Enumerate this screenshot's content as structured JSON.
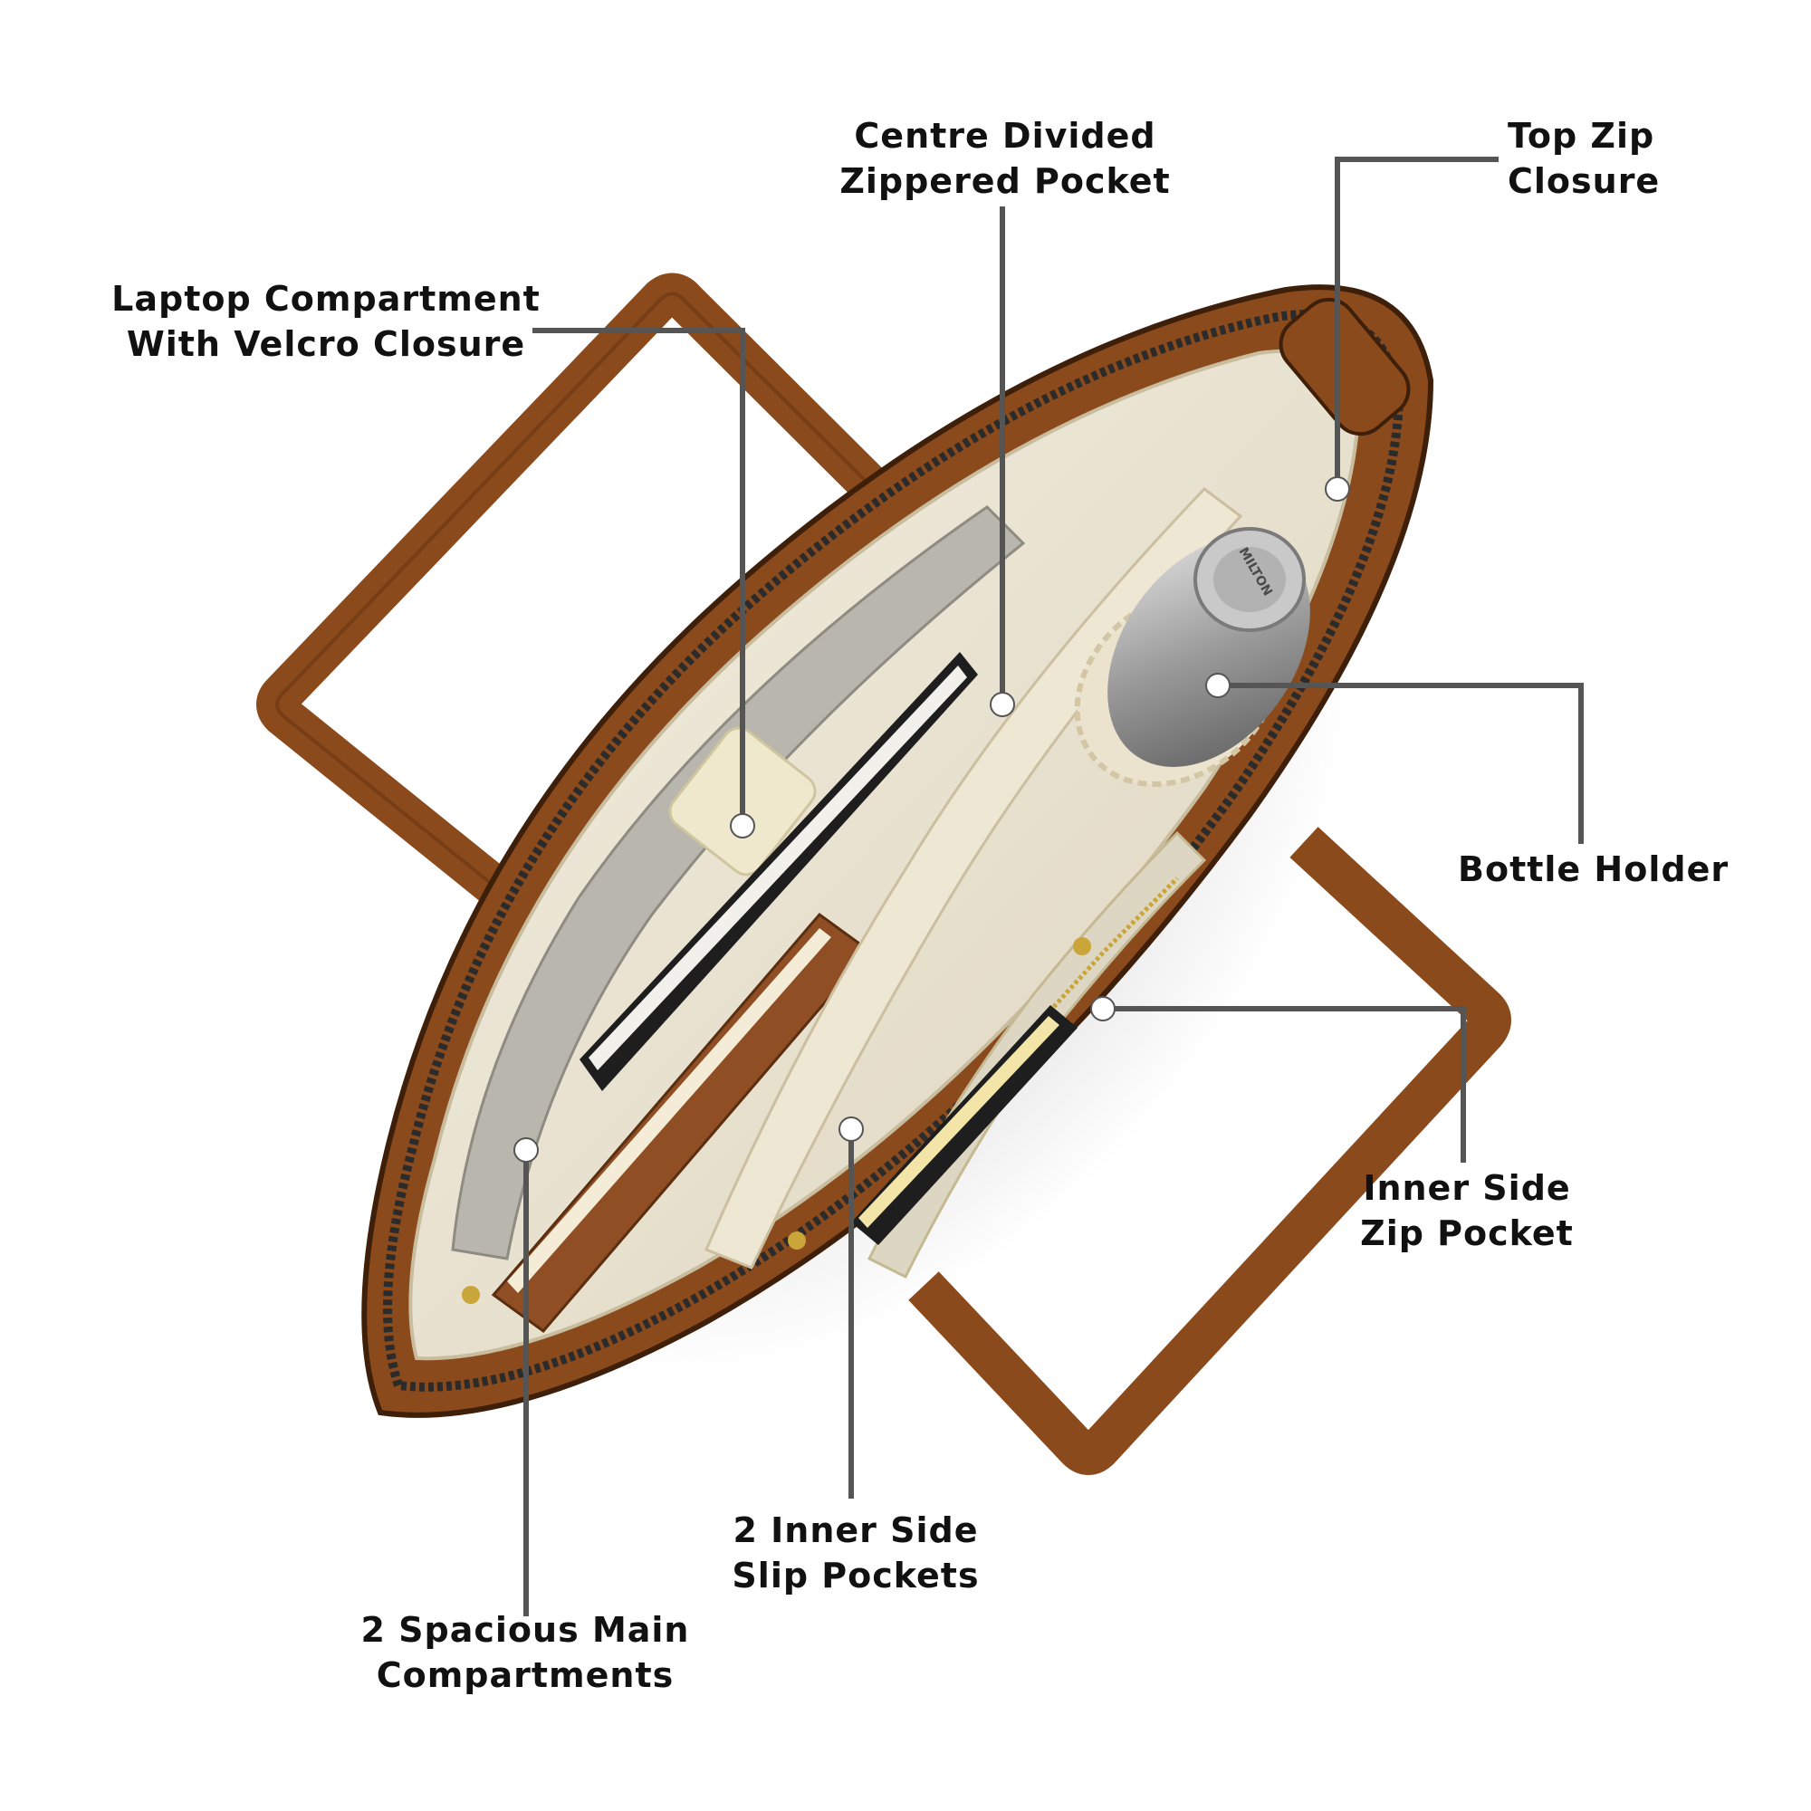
{
  "callouts": {
    "laptop": {
      "line1": "Laptop Compartment",
      "line2": "With Velcro Closure"
    },
    "centre": {
      "line1": "Centre Divided",
      "line2": "Zippered Pocket"
    },
    "topzip": {
      "line1": "Top Zip",
      "line2": "Closure"
    },
    "bottle": {
      "line1": "Bottle Holder"
    },
    "innerzip": {
      "line1": "Inner Side",
      "line2": "Zip Pocket"
    },
    "slip": {
      "line1": "2 Inner Side",
      "line2": "Slip Pockets"
    },
    "main": {
      "line1": "2 Spacious Main",
      "line2": "Compartments"
    }
  },
  "bottle_brand": "MILTON",
  "colors": {
    "leather": "#8a4a1c",
    "leather_dark": "#5a2e10",
    "lining": "#ece5d3",
    "leader_line": "#555555",
    "label_text": "#111111"
  },
  "icons": [
    "handbag-illustration",
    "bottle-icon",
    "laptop-icon",
    "notebook-icon",
    "zipper-icon"
  ]
}
